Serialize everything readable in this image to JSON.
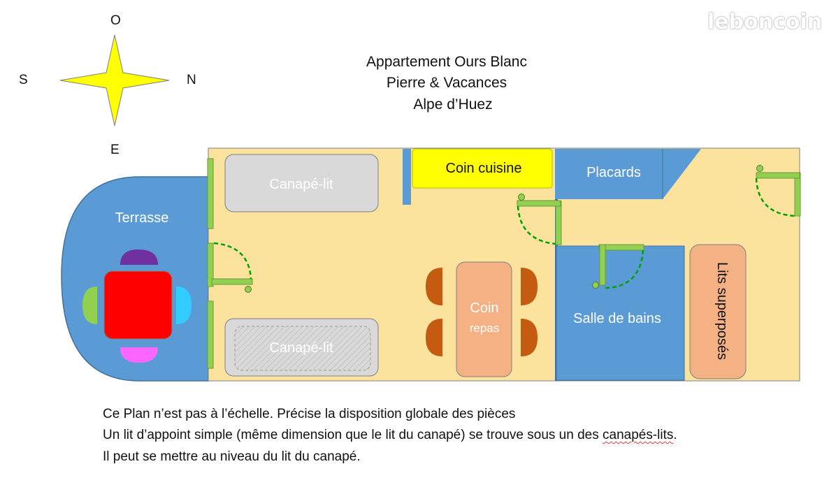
{
  "title": {
    "line1": "Appartement Ours Blanc",
    "line2": "Pierre & Vacances",
    "line3": "Alpe d’Huez"
  },
  "watermark": "leboncoin",
  "compass": {
    "top": "O",
    "left": "S",
    "right": "N",
    "bottom": "E",
    "star_color": "#ffff00"
  },
  "rooms": {
    "terrasse": "Terrasse",
    "canape_lit_top": "Canapé-lit",
    "canape_lit_bottom": "Canapé-lit",
    "coin_cuisine": "Coin cuisine",
    "placards": "Placards",
    "coin_repas_line1": "Coin",
    "coin_repas_line2": "repas",
    "salle_de_bains": "Salle de bains",
    "lits_superposes": "Lits superposés"
  },
  "colors": {
    "floor": "#fbe39e",
    "blue": "#5b9bd5",
    "kitchen": "#ffff00",
    "sofa": "#d9d9d9",
    "table_repas": "#f4b183",
    "chair_repas": "#c55a11",
    "table_terrasse": "#ff0000",
    "door": "#92d050",
    "door_swing": "#00a000"
  },
  "caption": {
    "line1": "Ce Plan n’est pas à l’échelle. Précise la disposition globale des pièces",
    "line2_before": "Un lit d’appoint simple (même dimension que le lit du canapé) se trouve sous un des ",
    "line2_marked": "canapés-lits",
    "line2_after": ".",
    "line3": " Il peut se mettre au niveau du lit du canapé."
  }
}
